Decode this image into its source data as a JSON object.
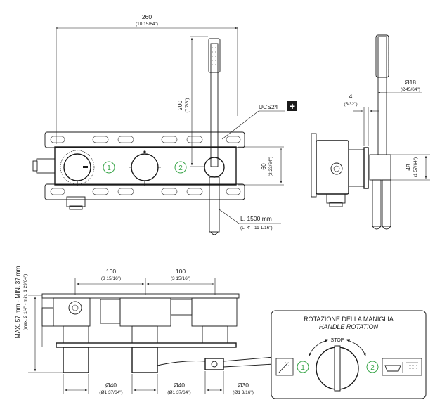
{
  "top_view": {
    "width_mm": "260",
    "width_in": "(10 15/64\")",
    "height_mm": "200",
    "height_in": "(7 7/8\")",
    "depth_mm": "60",
    "depth_in": "(2 23/64\")",
    "ucs_label": "UCS24",
    "ucs_symbol": "+",
    "hose_length_mm": "L. 1500 mm",
    "hose_length_in": "(L. 4' - 11 1/16\")",
    "marker_1": "1",
    "marker_2": "2"
  },
  "side_view": {
    "offset_mm": "4",
    "offset_in": "(5/32\")",
    "diam_mm": "Ø18",
    "diam_in": "(Ø45/64\")",
    "height_mm": "48",
    "height_in": "(1 57/64\")"
  },
  "bottom_view": {
    "spacing1_mm": "100",
    "spacing1_in": "(3 15/16\")",
    "spacing2_mm": "100",
    "spacing2_in": "(3 15/16\")",
    "max_min_mm": "MAX. 57 mm - MIN. 37 mm",
    "max_min_in": "(max. 2 1/4\" - min. 1 29/64\")",
    "d1_mm": "Ø40",
    "d1_in": "(Ø1 37/64\")",
    "d2_mm": "Ø40",
    "d2_in": "(Ø1 37/64\")",
    "d3_mm": "Ø30",
    "d3_in": "(Ø1 3/16\")"
  },
  "rotation_box": {
    "title": "ROTAZIONE DELLA MANIGLIA",
    "subtitle": "HANDLE ROTATION",
    "stop_label": "STOP",
    "marker_1": "1",
    "marker_2": "2",
    "icons": [
      "hand-shower-icon",
      "bathtub-shower-icon"
    ]
  },
  "colors": {
    "line": "#1a1a1a",
    "accent_green": "#3aa64a"
  }
}
